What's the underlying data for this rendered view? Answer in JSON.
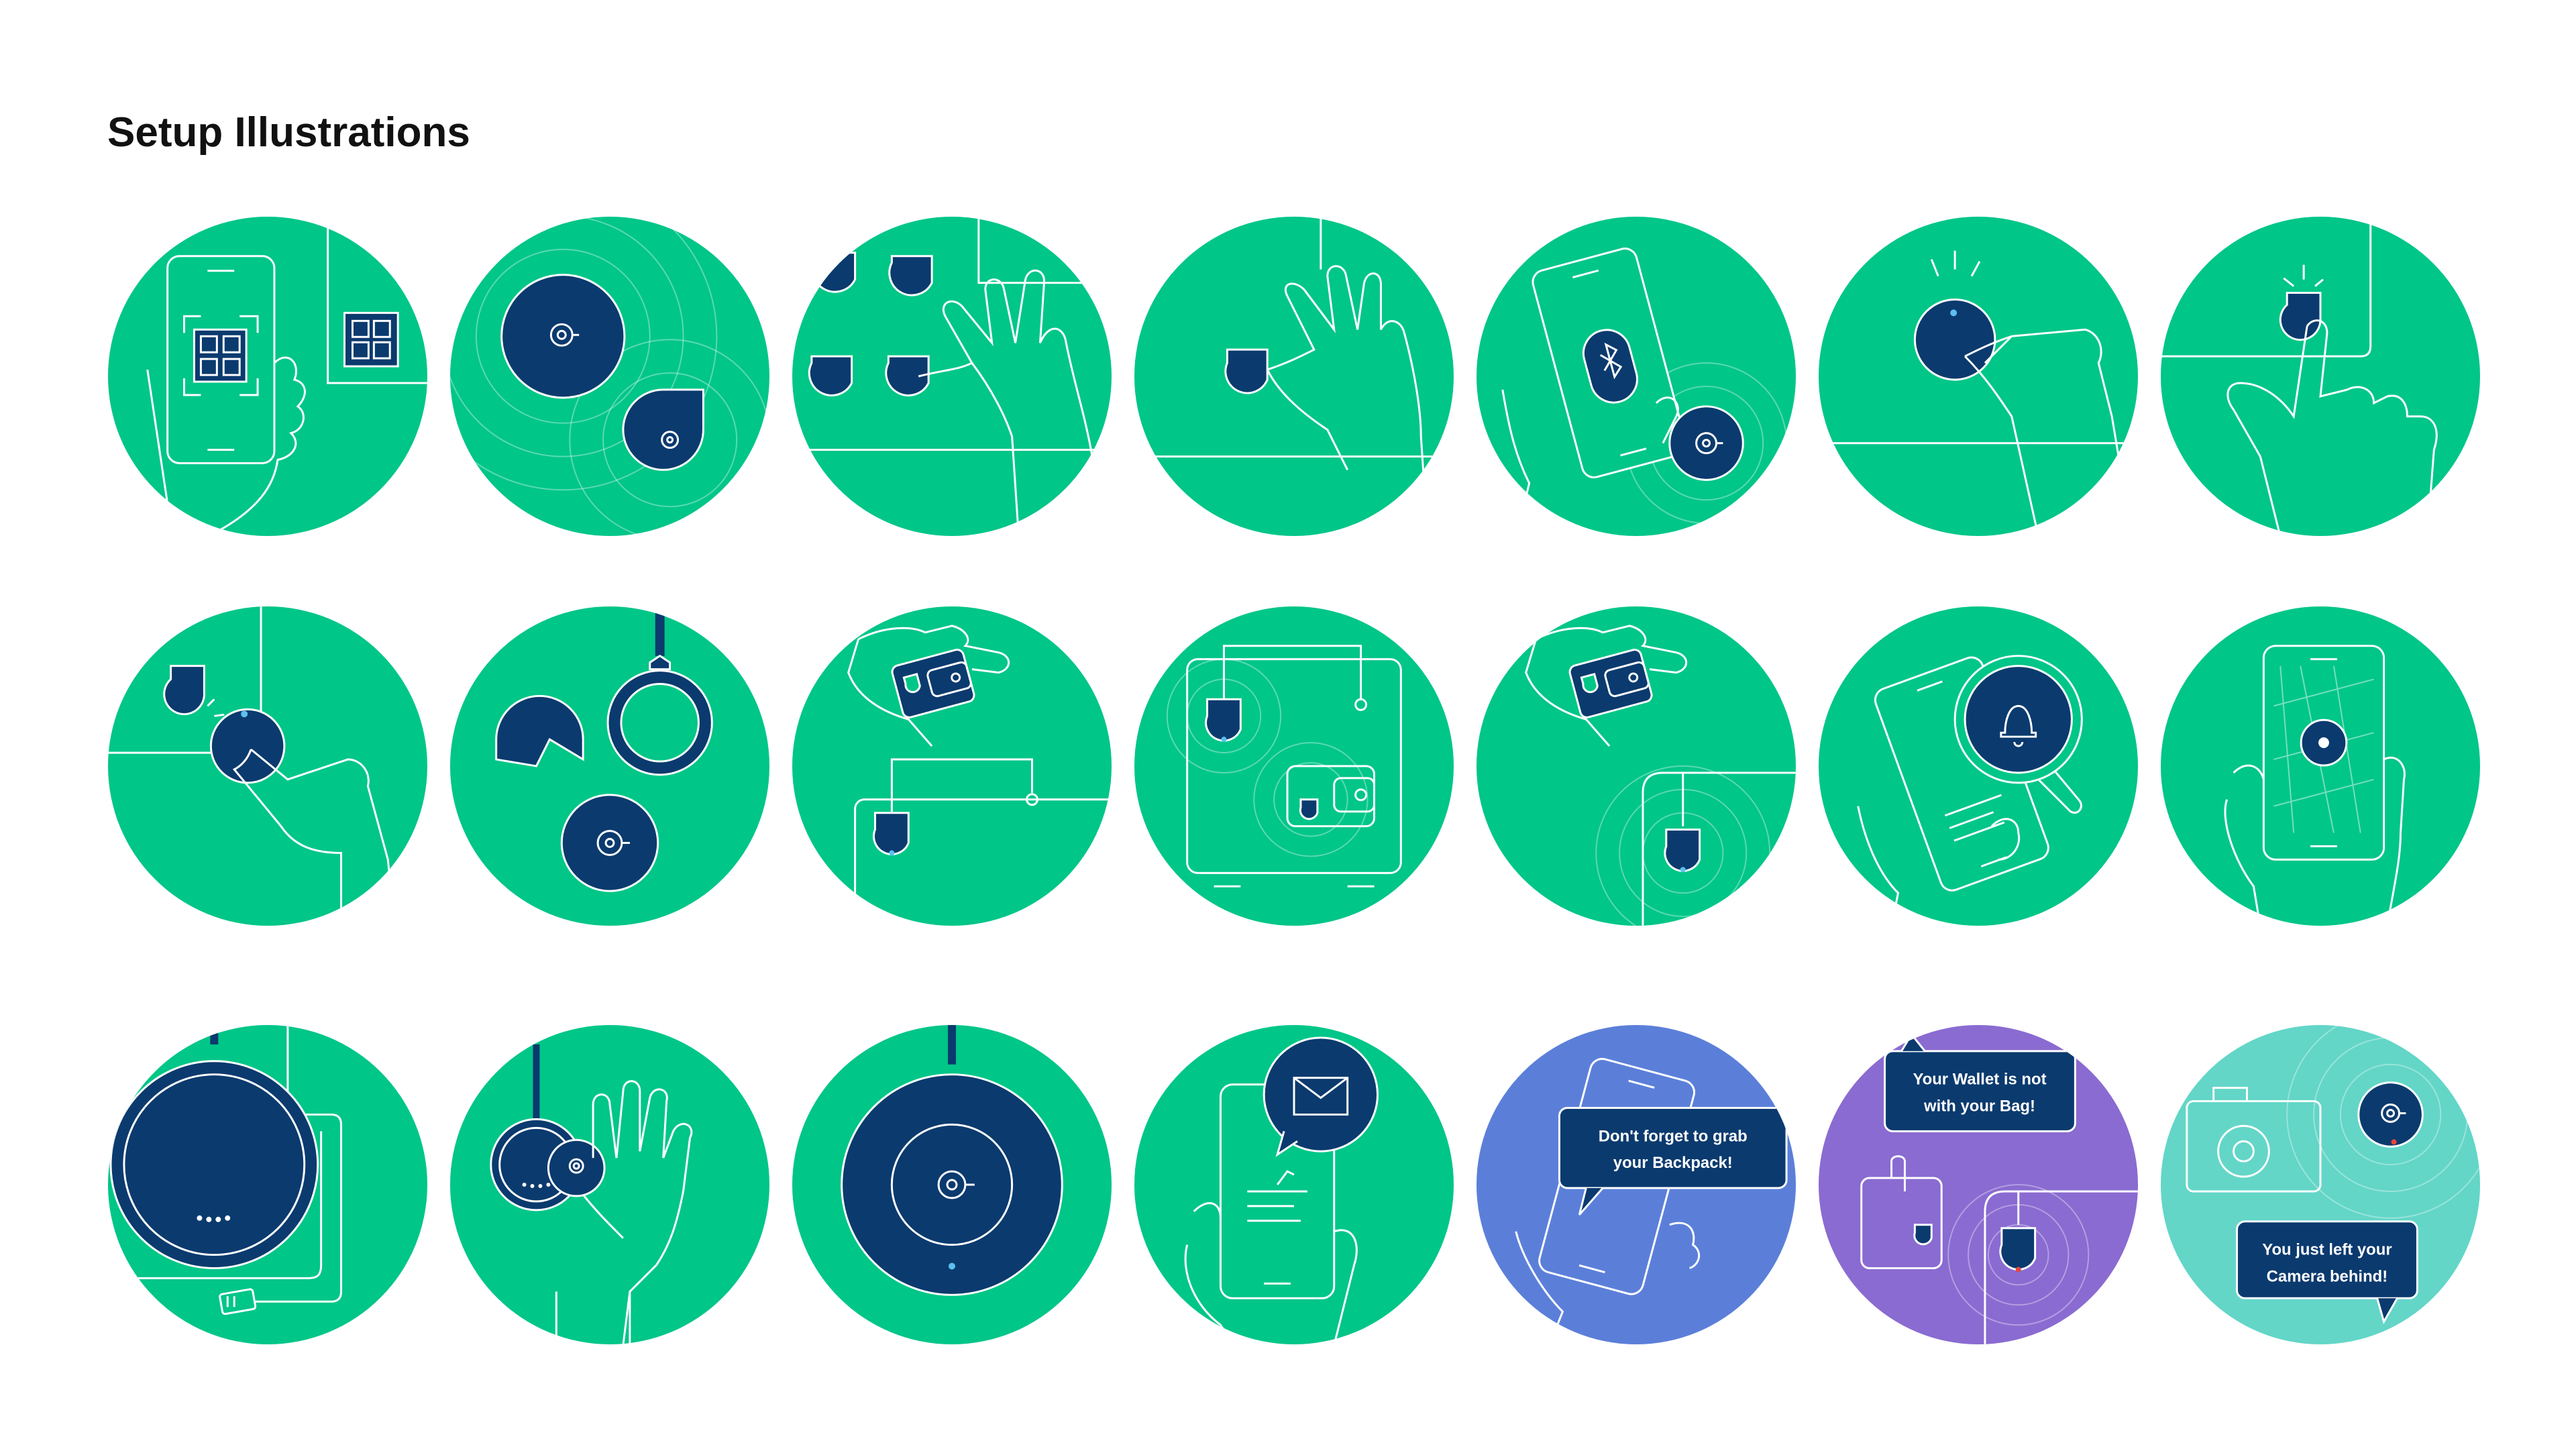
{
  "page": {
    "title": "Setup Illustrations"
  },
  "colors": {
    "green": "#00c688",
    "navy": "#0b3a6e",
    "blue": "#5b7fd9",
    "purple": "#8a6bd1",
    "teal": "#63d6c8",
    "line": "#ffffff",
    "led_red": "#e8463c"
  },
  "illustrations": [
    {
      "name": "scan-qr-code",
      "bg": "green"
    },
    {
      "name": "tracker-and-tag-pulsing",
      "bg": "green"
    },
    {
      "name": "pick-tag",
      "bg": "green"
    },
    {
      "name": "hold-tag",
      "bg": "green"
    },
    {
      "name": "phone-bluetooth-pairing",
      "bg": "green"
    },
    {
      "name": "press-tracker-button",
      "bg": "green"
    },
    {
      "name": "press-tag-button",
      "bg": "green"
    },
    {
      "name": "tracker-and-tag-on-surface",
      "bg": "green"
    },
    {
      "name": "tracker-accessories",
      "bg": "green"
    },
    {
      "name": "attach-to-bag",
      "bg": "green"
    },
    {
      "name": "bag-with-wallet",
      "bg": "green"
    },
    {
      "name": "attach-to-wallet",
      "bg": "green"
    },
    {
      "name": "search-ring",
      "bg": "green"
    },
    {
      "name": "map-location",
      "bg": "green"
    },
    {
      "name": "charging-pad",
      "bg": "green"
    },
    {
      "name": "place-on-charger",
      "bg": "green"
    },
    {
      "name": "charging-device",
      "bg": "green"
    },
    {
      "name": "message-notification",
      "bg": "green"
    },
    {
      "name": "backpack-reminder",
      "bg": "blue"
    },
    {
      "name": "wallet-reminder",
      "bg": "purple"
    },
    {
      "name": "camera-reminder",
      "bg": "teal"
    }
  ],
  "messages": {
    "backpack_line1": "Don't forget to grab",
    "backpack_line2": "your Backpack!",
    "wallet_line1": "Your Wallet is not",
    "wallet_line2": "with your Bag!",
    "camera_line1": "You just left your",
    "camera_line2": "Camera behind!"
  }
}
